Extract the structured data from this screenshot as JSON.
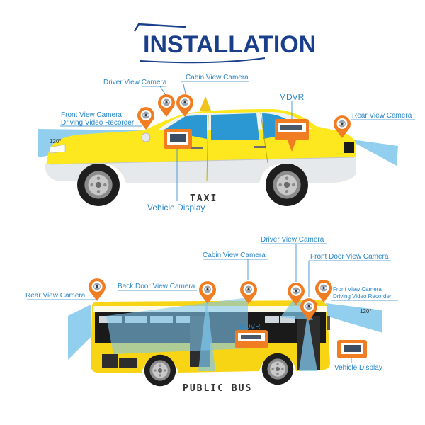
{
  "title": "INSTALLATION",
  "taxi": {
    "name": "TAXI",
    "angle": "120°",
    "labels": {
      "driver_view_camera": "Driver View Camera",
      "cabin_view_camera": "Cabin View Camera",
      "front_view_camera": "Front View Camera",
      "driving_video_recorder": "Driving Video Recorder",
      "mdvr": "MDVR",
      "rear_view_camera": "Rear View Camera",
      "vehicle_display": "Vehicle Display"
    }
  },
  "bus": {
    "name": "PUBLIC BUS",
    "angle": "120°",
    "labels": {
      "driver_view_camera": "Driver View Camera",
      "cabin_view_camera": "Cabin View Camera",
      "front_door_view_camera": "Front Door View Camera",
      "back_door_view_camera": "Back Door View Camera",
      "rear_view_camera": "Rear View Camera",
      "front_view_camera": "Front View Camera",
      "driving_video_recorder": "Driving Video Recorder",
      "mdvr": "MDVR",
      "vehicle_display": "Vehicle Display"
    }
  },
  "colors": {
    "title": "#1a3f8a",
    "label": "#2a86c8",
    "marker": "#f07d22",
    "taxi_yellow": "#fde820",
    "bus_yellow": "#f7d414",
    "field_of_view": "#7fc7ec"
  }
}
